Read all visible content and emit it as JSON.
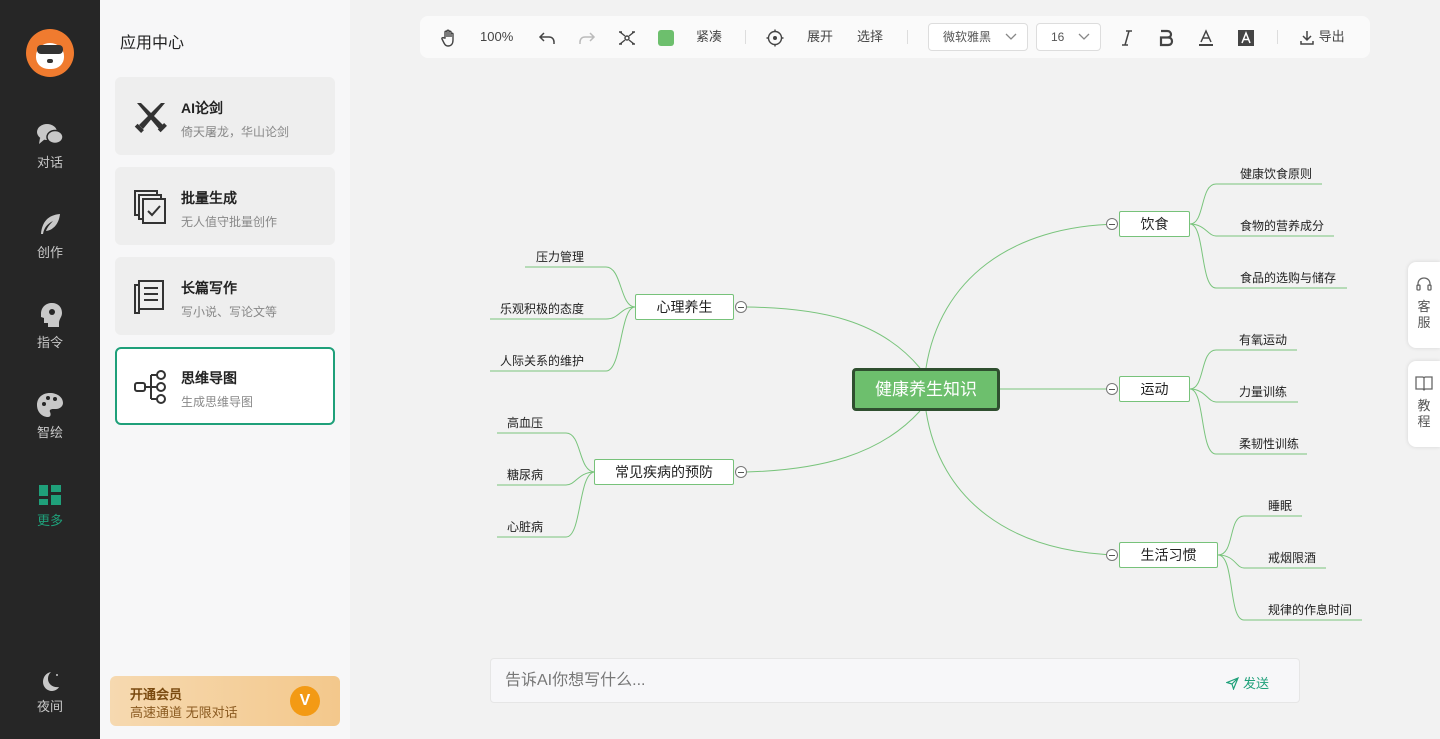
{
  "rail": {
    "items": [
      {
        "label": "对话",
        "icon": "chat-icon"
      },
      {
        "label": "创作",
        "icon": "feather-icon"
      },
      {
        "label": "指令",
        "icon": "head-icon"
      },
      {
        "label": "智绘",
        "icon": "palette-icon"
      },
      {
        "label": "更多",
        "icon": "grid-icon"
      }
    ],
    "night_label": "夜间"
  },
  "panel": {
    "title": "应用中心",
    "apps": [
      {
        "name": "AI论剑",
        "desc": "倚天屠龙，华山论剑",
        "icon": "swords-icon"
      },
      {
        "name": "批量生成",
        "desc": "无人值守批量创作",
        "icon": "batch-check-icon"
      },
      {
        "name": "长篇写作",
        "desc": "写小说、写论文等",
        "icon": "scroll-icon"
      },
      {
        "name": "思维导图",
        "desc": "生成思维导图",
        "icon": "mindmap-icon"
      }
    ],
    "vip": {
      "title": "开通会员",
      "subtitle": "高速通道 无限对话",
      "badge": "V"
    }
  },
  "toolbar": {
    "zoom": "100%",
    "layout_label": "紧凑",
    "layout_color": "#6dbf6d",
    "expand_label": "展开",
    "select_label": "选择",
    "font_family": "微软雅黑",
    "font_size": "16",
    "export_label": "导出"
  },
  "mindmap": {
    "root": "健康养生知识",
    "branches": [
      {
        "label": "饮食",
        "children": [
          "健康饮食原则",
          "食物的营养成分",
          "食品的选购与储存"
        ]
      },
      {
        "label": "运动",
        "children": [
          "有氧运动",
          "力量训练",
          "柔韧性训练"
        ]
      },
      {
        "label": "生活习惯",
        "children": [
          "睡眠",
          "戒烟限酒",
          "规律的作息时间"
        ]
      },
      {
        "label": "心理养生",
        "children": [
          "压力管理",
          "乐观积极的态度",
          "人际关系的维护"
        ]
      },
      {
        "label": "常见疾病的预防",
        "children": [
          "高血压",
          "糖尿病",
          "心脏病"
        ]
      }
    ]
  },
  "prompt": {
    "placeholder": "告诉AI你想写什么...",
    "send_label": "发送"
  },
  "float": {
    "service_label": "客服",
    "tutorial_label": "教程"
  }
}
